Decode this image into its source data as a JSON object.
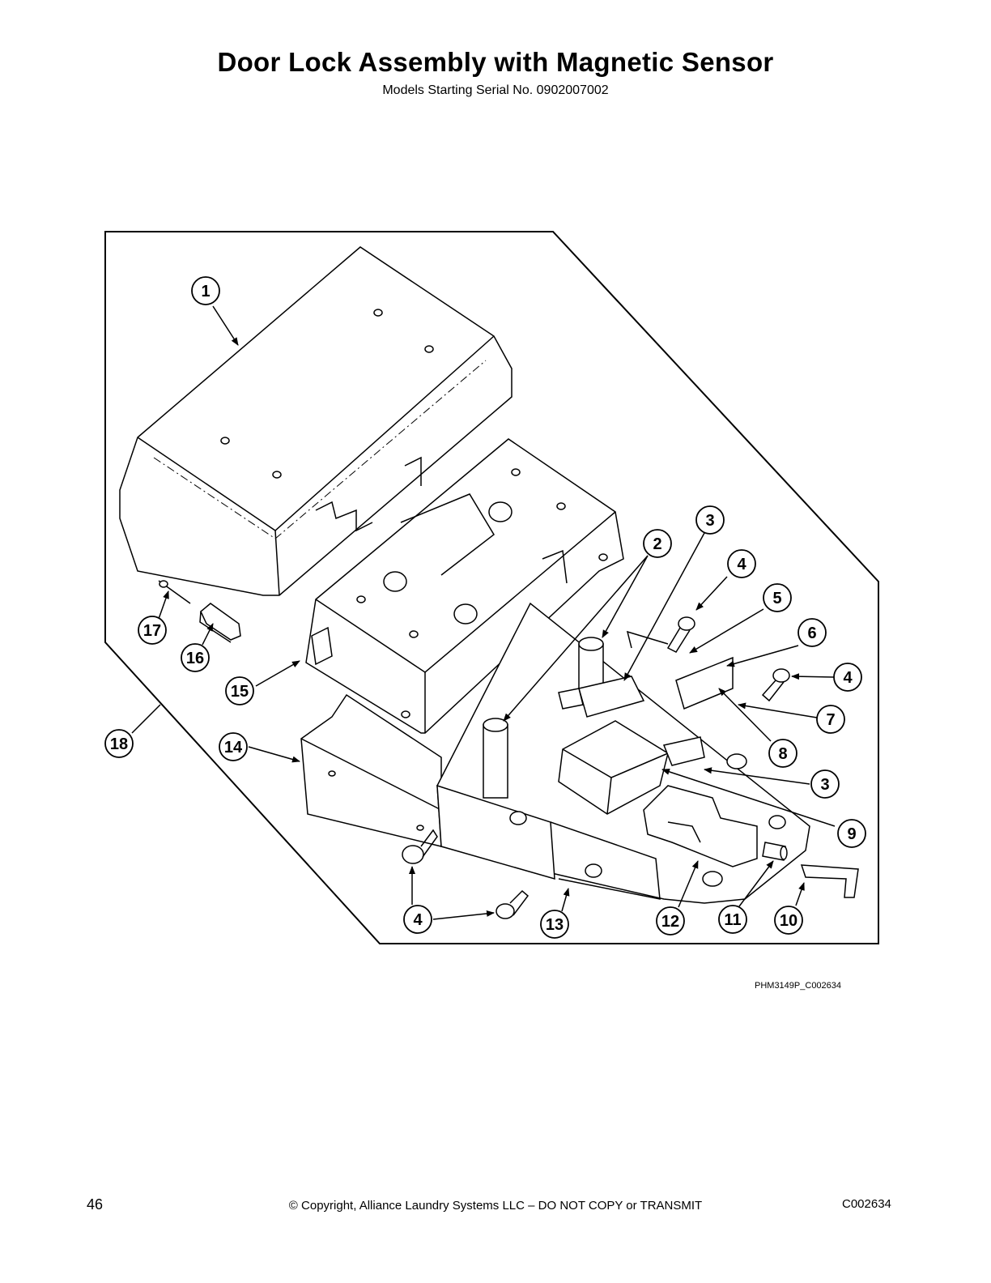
{
  "page": {
    "title": "Door Lock Assembly with Magnetic Sensor",
    "subtitle": "Models Starting Serial No. 0902007002",
    "figure_id": "PHM3149P_C002634",
    "page_number": "46",
    "copyright": "© Copyright, Alliance Laundry Systems LLC – DO NOT COPY or TRANSMIT",
    "doc_code": "C002634"
  },
  "callouts": [
    "1",
    "2",
    "3",
    "3",
    "4",
    "4",
    "4",
    "5",
    "6",
    "7",
    "8",
    "9",
    "10",
    "11",
    "12",
    "13",
    "14",
    "15",
    "16",
    "17",
    "18"
  ],
  "colors": {
    "line": "#000000",
    "fill": "#ffffff"
  }
}
